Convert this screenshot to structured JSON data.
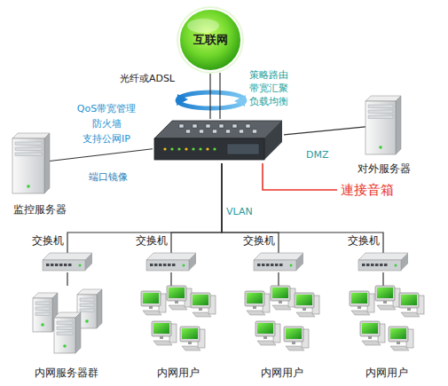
{
  "diagram": {
    "nodes": [
      {
        "text": [
          "互联网"
        ]
      },
      {
        "text": [
          "QoS带宽管理 防火墙 支持公网IP"
        ]
      },
      {
        "text": [
          "监控服务器"
        ]
      },
      {
        "text": [
          "对外服务器"
        ]
      },
      {
        "text": [
          "交换机"
        ]
      },
      {
        "text": [
          "交换机"
        ]
      },
      {
        "text": [
          "交换机"
        ]
      },
      {
        "text": [
          "交换机"
        ]
      },
      {
        "text": [
          "内网服务器群"
        ]
      },
      {
        "text": [
          "内网用户"
        ]
      },
      {
        "text": [
          "内网用户"
        ]
      },
      {
        "text": [
          "内网用户"
        ]
      }
    ],
    "edges": [
      {
        "from": 0,
        "to": 1,
        "label": "光纤或ADSL",
        "arrow": "none"
      },
      {
        "from": 1,
        "to": 2,
        "label": "端口镜像",
        "arrow": "none"
      },
      {
        "from": 1,
        "to": 3,
        "label": "DMZ",
        "arrow": "none"
      },
      {
        "from": 1,
        "to": 4,
        "label": "VLAN",
        "arrow": "none"
      },
      {
        "from": 1,
        "to": 5,
        "arrow": "none"
      },
      {
        "from": 1,
        "to": 6,
        "arrow": "none"
      },
      {
        "from": 1,
        "to": 7,
        "arrow": "none"
      },
      {
        "from": 4,
        "to": 8,
        "arrow": "none"
      },
      {
        "from": 5,
        "to": 9,
        "arrow": "none"
      },
      {
        "from": 6,
        "to": 10,
        "arrow": "none"
      },
      {
        "from": 7,
        "to": 11,
        "arrow": "none"
      }
    ],
    "labels": [
      "策略路由 带宽汇聚 负载均衡",
      "連接音箱"
    ]
  }
}
